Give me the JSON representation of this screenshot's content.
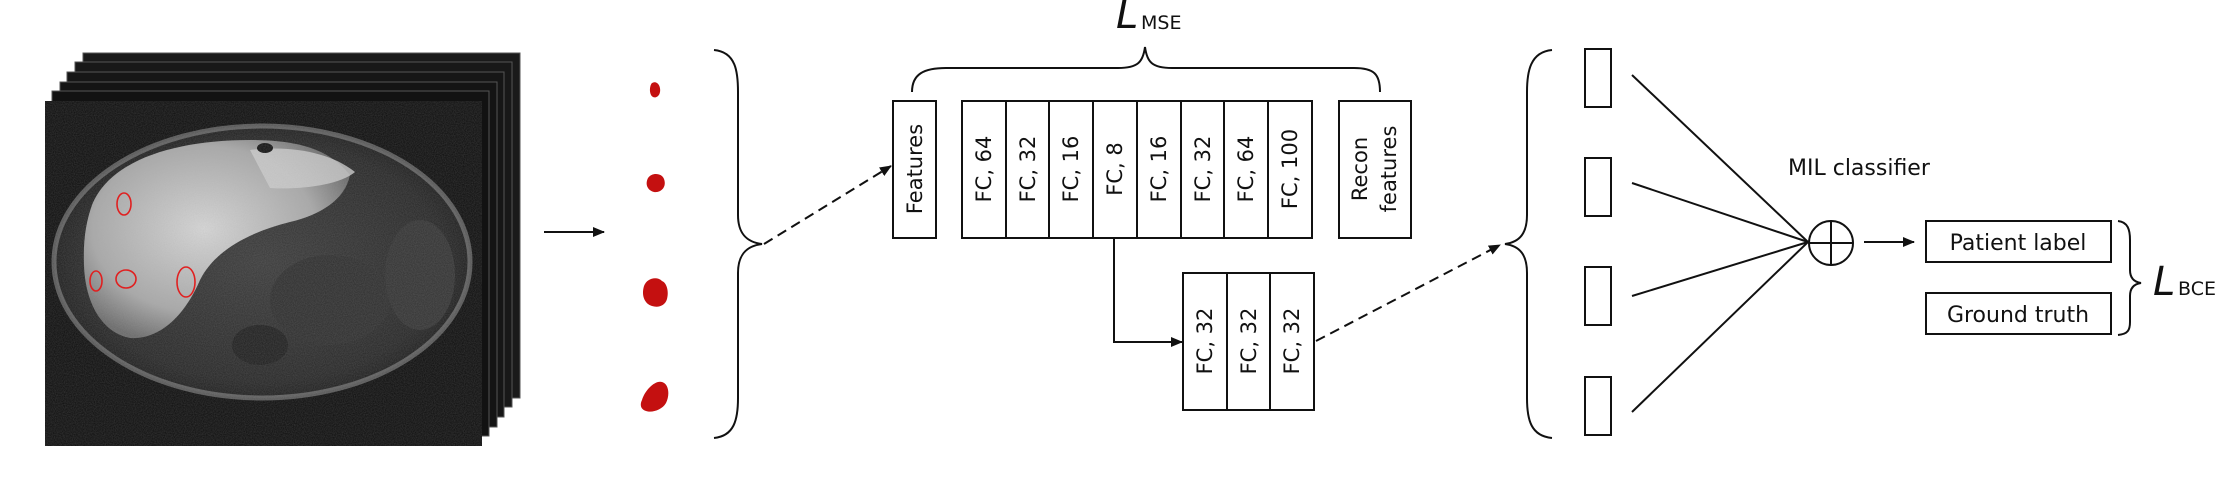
{
  "loss_top": {
    "symbol": "L",
    "subscript": "MSE"
  },
  "loss_right": {
    "symbol": "L",
    "subscript": "BCE"
  },
  "encoder_input_label": "Features",
  "autoencoder_layers": [
    "FC, 64",
    "FC, 32",
    "FC, 16",
    "FC, 8",
    "FC, 16",
    "FC, 32",
    "FC, 64",
    "FC, 100"
  ],
  "output_label_lines": [
    "Recon",
    "features"
  ],
  "branch_layers": [
    "FC, 32",
    "FC, 32",
    "FC, 32"
  ],
  "mil_classifier_label": "MIL classifier",
  "patient_label": "Patient label",
  "ground_truth_label": "Ground truth",
  "instance_count": 4,
  "lesion_count": 4,
  "mri_slice_count": 6,
  "colors": {
    "line": "#111111",
    "lesion": "#c41010",
    "lesion_outline": "#e02020",
    "mri_background": "#0c0c0c"
  }
}
